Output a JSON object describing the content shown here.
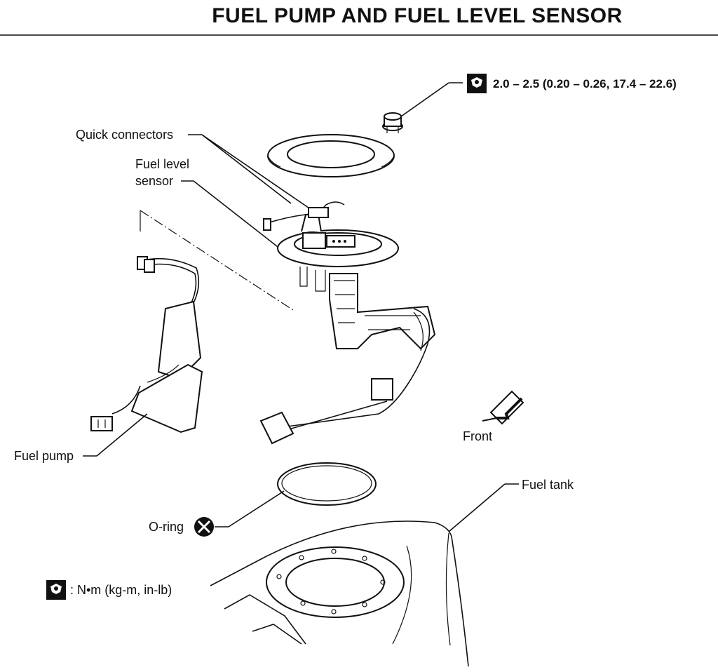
{
  "title": "FUEL PUMP AND FUEL LEVEL SENSOR",
  "labels": {
    "torque_spec": "2.0 – 2.5 (0.20 – 0.26, 17.4 – 22.6)",
    "quick_connectors": "Quick connectors",
    "fuel_level_sensor_line1": "Fuel level",
    "fuel_level_sensor_line2": "sensor",
    "fuel_pump": "Fuel pump",
    "front": "Front",
    "fuel_tank": "Fuel tank",
    "o_ring": "O-ring",
    "legend_units": ": N•m (kg-m, in-lb)"
  },
  "icons": {
    "torque": "torque-wrench-icon",
    "do_not_reuse": "do-not-reuse-icon",
    "front_arrow": "arrow-icon"
  }
}
